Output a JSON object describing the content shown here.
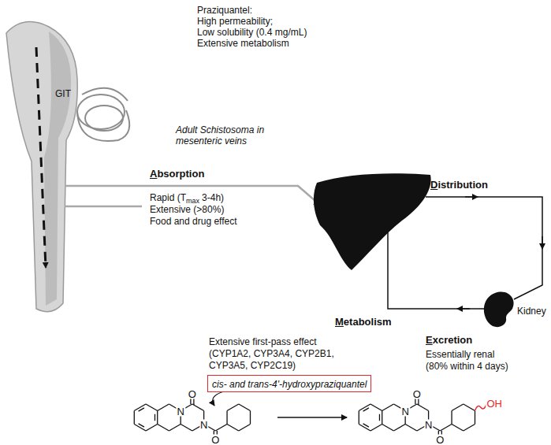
{
  "diagram": {
    "nodes": [
      {
        "text": [
          "cis- and trans-4'-hydroxypraziquantel"
        ]
      }
    ],
    "labels": [
      "Praziquantel:",
      "High permeability;",
      "Low solubility (0.4 mg/mL)",
      "Extensive metabolism",
      "GIT",
      "Adult Schistosoma in",
      "mesenteric veins",
      "Absorption",
      "Rapid (T",
      "max",
      "3-4h)",
      "Extensive (>80%)",
      "Food and drug effect",
      "Distribution",
      "Metabolism",
      "Extensive first-pass effect",
      "(CYP1A2, CYP3A4, CYP2B1,",
      "CYP3A5, CYP2C19)",
      "Excretion",
      "Essentially renal",
      "(80% within 4 days)",
      "Kidney",
      "O",
      "N",
      "N",
      "O",
      "O",
      "N",
      "N",
      "O",
      "OH"
    ]
  }
}
